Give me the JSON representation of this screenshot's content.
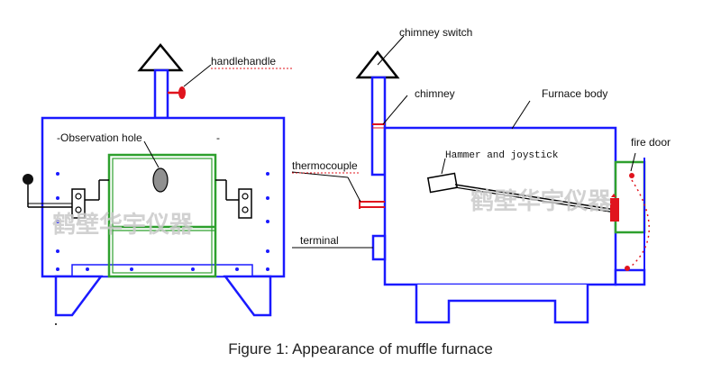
{
  "caption": "Figure 1: Appearance of muffle furnace",
  "watermark": "鹤壁华宇仪器",
  "front_view": {
    "labels": {
      "handle": "handlehandle",
      "observation_hole": "-Observation hole"
    }
  },
  "side_view": {
    "labels": {
      "chimney_switch": "chimney switch",
      "chimney": "chimney",
      "furnace_body": "Furnace body",
      "fire_door": "fire door",
      "hammer_and_joystick": "Hammer and joystick",
      "thermocouple": "thermocouple",
      "terminal": "terminal"
    }
  },
  "colors": {
    "outline": "#1a1aff",
    "frame": "#2ea02e",
    "accent": "#e0141e",
    "text": "#111111"
  }
}
